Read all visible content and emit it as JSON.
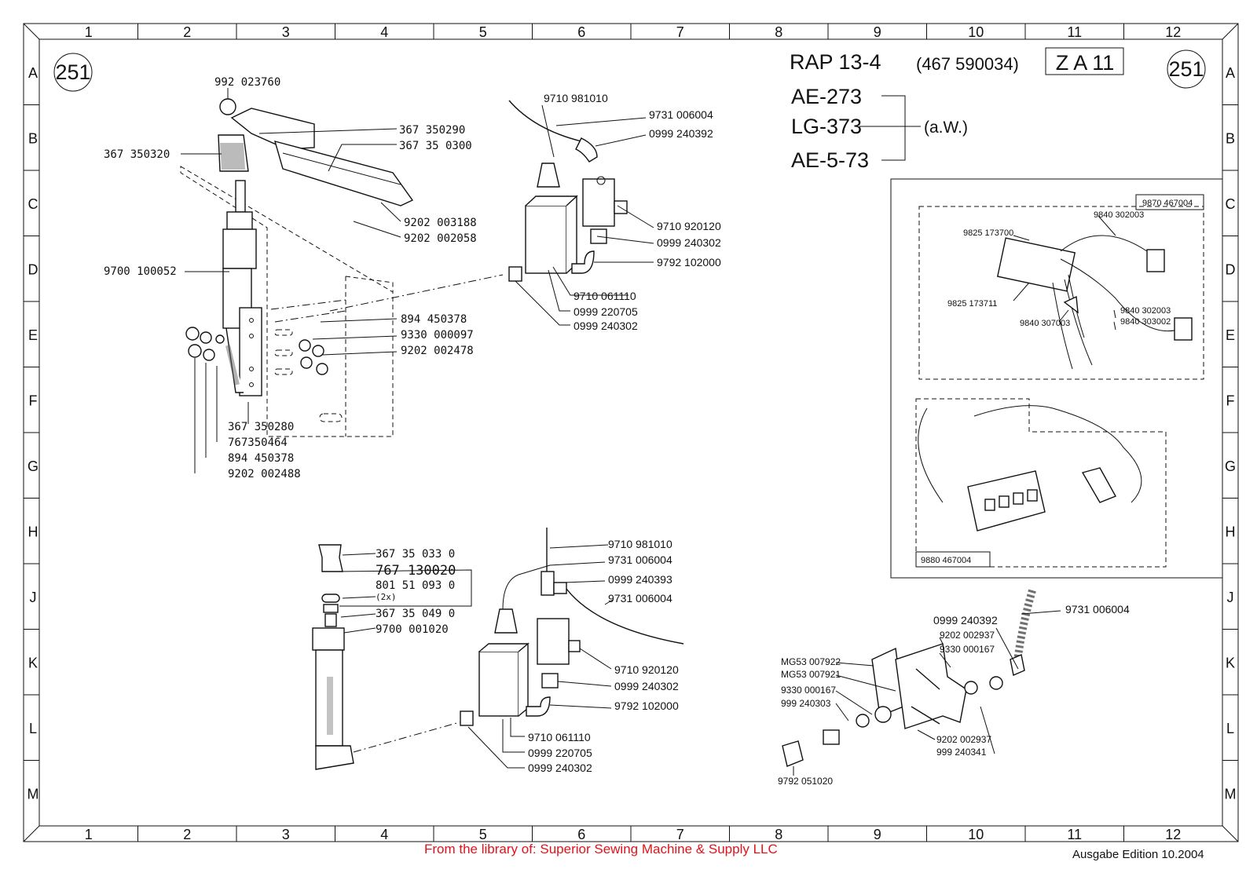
{
  "header": {
    "model": "RAP 13-4",
    "part_number": "(467 590034)",
    "zone": "Z A 11",
    "page_badge_left": "251",
    "page_badge_right": "251"
  },
  "variants": [
    "AE-273",
    "LG-373",
    "AE-5-73"
  ],
  "variants_note": "(a.W.)",
  "grid": {
    "columns": [
      "1",
      "2",
      "3",
      "4",
      "5",
      "6",
      "7",
      "8",
      "9",
      "10",
      "11",
      "12"
    ],
    "rows": [
      "A",
      "B",
      "C",
      "D",
      "E",
      "F",
      "G",
      "H",
      "J",
      "K",
      "L",
      "M"
    ]
  },
  "labels": {
    "a": [
      "992 023760",
      "367 350290",
      "367 35 0300",
      "367 350320",
      "9202 003188",
      "9202 002058",
      "9700 100052",
      "894 450378",
      "9330 000097",
      "9202 002478",
      "367 350280",
      "767350464",
      "894 450378",
      "9202 002488"
    ],
    "b": [
      "9710 981010",
      "9731 006004",
      "0999 240392",
      "9710 920120",
      "0999 240302",
      "9792 102000",
      "9710 061110",
      "0999 220705",
      "0999 240302"
    ],
    "c": [
      "9870 467004",
      "9840 302003",
      "9825 173700",
      "9825 173711",
      "9840 307003",
      "9840 302003",
      "9840 303002",
      "9880 467004"
    ],
    "d": [
      "367 35 033 0",
      "767 130020",
      "801 51 093 0",
      "(2x)",
      "367 35 049 0",
      "9700 001020"
    ],
    "e": [
      "9710 981010",
      "9731 006004",
      "0999 240393",
      "9731 006004",
      "9710 920120",
      "0999 240302",
      "9792 102000",
      "9710 061110",
      "0999 220705",
      "0999 240302"
    ],
    "f": [
      "0999 240392",
      "9731 006004",
      "9202 002937",
      "9330 000167",
      "MG53 007922",
      "MG53 007921",
      "9330 000167",
      "999 240303",
      "9202 002937",
      "999 240341",
      "9792 051020"
    ]
  },
  "footer": {
    "library": "From the library of: Superior Sewing Machine & Supply LLC",
    "edition": "Ausgabe Edition 10.2004"
  }
}
